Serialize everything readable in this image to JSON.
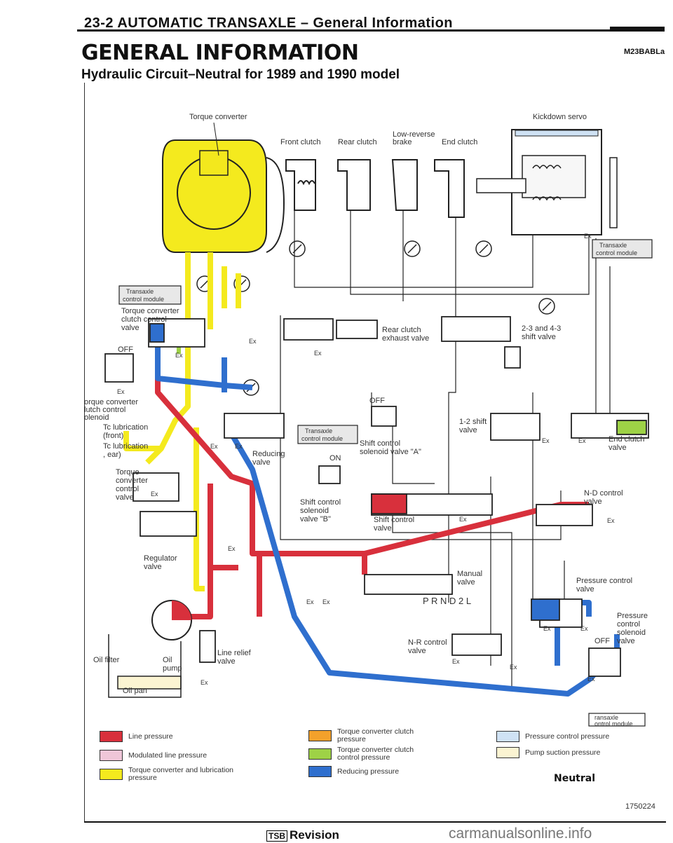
{
  "header": {
    "text": "23-2       AUTOMATIC TRANSAXLE – General Information",
    "title": "GENERAL INFORMATION",
    "code": "M23BABLa",
    "subtitle": "Hydraulic Circuit–Neutral for 1989 and 1990 model"
  },
  "colors": {
    "line_pressure": "#d8303c",
    "modulated_line_pressure": "#efc6d8",
    "torque_converter_lubrication": "#f4ea1e",
    "torque_converter_clutch": "#f3a12b",
    "torque_converter_clutch_control": "#9ed246",
    "reducing": "#2f6fce",
    "pressure_control": "#cfe2f4",
    "pump_suction": "#fbf4d2"
  },
  "labels": {
    "torque_converter": "Torque converter",
    "kickdown_servo": "Kickdown servo",
    "front_clutch": "Front clutch",
    "rear_clutch": "Rear clutch",
    "low_reverse": "Low-reverse",
    "brake": "brake",
    "end_clutch": "End clutch",
    "tcm_1": "Transaxle",
    "tcm_2": "control module",
    "tcc_valve_1": "Torque converter",
    "tcc_valve_2": "clutch control",
    "tcc_valve_3": "valve",
    "off": "OFF",
    "on": "ON",
    "ex": "Ex",
    "tcc_sol_1": "orque converter",
    "tcc_sol_2": "lutch control",
    "tcc_sol_3": "olenoid",
    "tc_lub_front_1": "Tc lubrication",
    "tc_lub_front_2": "(front)",
    "tc_lub_rear_1": "Tc lubrication",
    "tc_lub_rear_2": ", ear)",
    "tc_control_1": "Torque",
    "tc_control_2": "converter",
    "tc_control_3": "control",
    "tc_control_4": "valve",
    "reducing_1": "Reducing",
    "reducing_2": "valve",
    "rear_exhaust_1": "Rear clutch",
    "rear_exhaust_2": "exhaust valve",
    "shift_23_1": "2-3 and 4-3",
    "shift_23_2": "shift valve",
    "shift_12_1": "1-2 shift",
    "shift_12_2": "valve",
    "end_clutch_valve_1": "End clutch",
    "end_clutch_valve_2": "valve",
    "sol_a_1": "Shift control",
    "sol_a_2": "solenoid valve \"A\"",
    "sol_b_1": "Shift control",
    "sol_b_2": "solenoid",
    "sol_b_3": "valve \"B\"",
    "shift_control_1": "Shift control",
    "shift_control_2": "valve",
    "nd_control_1": "N-D control",
    "nd_control_2": "valve",
    "regulator_1": "Regulator",
    "regulator_2": "valve",
    "manual_1": "Manual",
    "manual_2": "valve",
    "prnd2l": "P R N D 2 L",
    "pcv_1": "Pressure control",
    "pcv_2": "valve",
    "pcs_1": "Pressure",
    "pcs_2": "control",
    "pcs_3": "solenoid",
    "pcs_4": "valve",
    "nr_control_1": "N-R control",
    "nr_control_2": "valve",
    "oil_filter": "Oil filter",
    "oil_pump_1": "Oil",
    "oil_pump_2": "pump",
    "oil_pan": "Oil pan",
    "line_relief_1": "Line relief",
    "line_relief_2": "valve",
    "tcm_bottom_1": "ransaxle",
    "tcm_bottom_2": "ontrol module"
  },
  "legend": [
    {
      "text": "Line pressure",
      "color": "#d8303c"
    },
    {
      "text": "Modulated line pressure",
      "color": "#efc6d8"
    },
    {
      "text": "Torque converter and lubrication pressure",
      "color": "#f4ea1e"
    },
    {
      "text": "Torque converter clutch pressure",
      "color": "#f3a12b"
    },
    {
      "text": "Torque converter clutch control pressure",
      "color": "#9ed246"
    },
    {
      "text": "Reducing pressure",
      "color": "#2f6fce"
    },
    {
      "text": "Pressure control pressure",
      "color": "#cfe2f4"
    },
    {
      "text": "Pump suction pressure",
      "color": "#fbf4d2"
    }
  ],
  "footer": {
    "mode": "Neutral",
    "figure": "1750224",
    "tsb_box": "TSB",
    "tsb_text": "Revision",
    "watermark": "carmanualsonline.info"
  }
}
